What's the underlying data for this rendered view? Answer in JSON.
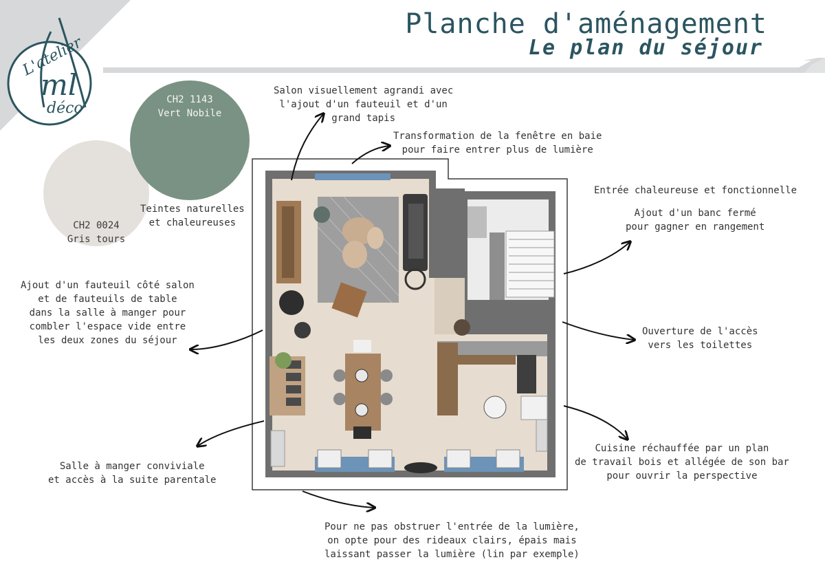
{
  "header": {
    "title": "Planche d'aménagement",
    "subtitle": "Le plan du séjour"
  },
  "logo": {
    "text_top": "L'atelier",
    "monogram": "ml",
    "text_bottom": "déco",
    "color": "#2b5560"
  },
  "palette": {
    "swatches": [
      {
        "code": "CH2 1143",
        "name": "Vert Nobile",
        "color": "#7a9283"
      },
      {
        "code": "CH2 0024",
        "name": "Gris tours",
        "color": "#e4e1dc"
      }
    ],
    "caption_line1": "Teintes naturelles",
    "caption_line2": "et chaleureuses"
  },
  "annotations": {
    "salon": [
      "Salon visuellement agrandi avec",
      "l'ajout d'un fauteuil et d'un",
      "grand tapis"
    ],
    "fenetre": [
      "Transformation de la fenêtre en baie",
      "pour faire entrer plus de lumière"
    ],
    "entree_title": "Entrée chaleureuse et fonctionnelle",
    "entree": [
      "Ajout d'un banc fermé",
      "pour gagner en rangement"
    ],
    "fauteuil": [
      "Ajout d'un fauteuil côté salon",
      "et de fauteuils de table",
      "dans la salle à manger pour",
      "combler l'espace vide entre",
      "les deux zones du séjour"
    ],
    "toilettes": [
      "Ouverture de l'accès",
      "vers les toilettes"
    ],
    "salle": [
      "Salle à manger conviviale",
      "et accès à la suite parentale"
    ],
    "cuisine": [
      "Cuisine réchauffée par un plan",
      "de travail bois et allégée de son bar",
      "pour ouvrir la perspective"
    ],
    "rideaux": [
      "Pour ne pas obstruer l'entrée de la lumière,",
      "on opte pour des rideaux clairs, épais mais",
      "laissant passer la lumière (lin par exemple)"
    ]
  },
  "colors": {
    "accent": "#2b5560",
    "floor_tile": "#e6dccf",
    "wall": "#6f6f6f",
    "wood": "#9a7450"
  }
}
